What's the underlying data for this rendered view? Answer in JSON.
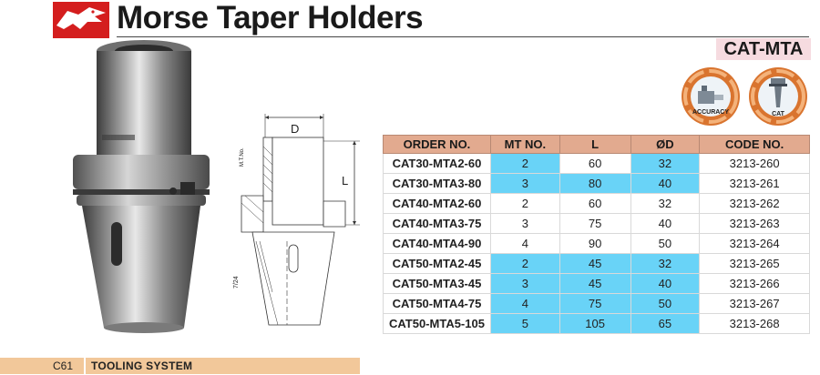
{
  "header": {
    "title": "Morse Taper Holders",
    "series_badge": "CAT-MTA"
  },
  "icons": {
    "accuracy": {
      "label": "ACCURACY",
      "icon": "accuracy-gauge-icon"
    },
    "cat": {
      "label": "CAT",
      "icon": "cat-shank-icon"
    }
  },
  "colors": {
    "header_row": "#e2aa8f",
    "highlight_cell": "#69d3f7",
    "footer_bar": "#f2c89a",
    "badge_bg": "#f6dbe0",
    "brand_red": "#d41e1e"
  },
  "drawing": {
    "dim_d": "D",
    "dim_l": "L",
    "taper_label": "7/24",
    "mt_label": "M.T.No."
  },
  "table": {
    "columns": [
      "ORDER NO.",
      "MT NO.",
      "L",
      "ØD",
      "CODE NO."
    ],
    "rows": [
      {
        "order": "CAT30-MTA2-60",
        "mt": "2",
        "l": "60",
        "d": "32",
        "code": "3213-260"
      },
      {
        "order": "CAT30-MTA3-80",
        "mt": "3",
        "l": "80",
        "d": "40",
        "code": "3213-261"
      },
      {
        "order": "CAT40-MTA2-60",
        "mt": "2",
        "l": "60",
        "d": "32",
        "code": "3213-262"
      },
      {
        "order": "CAT40-MTA3-75",
        "mt": "3",
        "l": "75",
        "d": "40",
        "code": "3213-263"
      },
      {
        "order": "CAT40-MTA4-90",
        "mt": "4",
        "l": "90",
        "d": "50",
        "code": "3213-264"
      },
      {
        "order": "CAT50-MTA2-45",
        "mt": "2",
        "l": "45",
        "d": "32",
        "code": "3213-265"
      },
      {
        "order": "CAT50-MTA3-45",
        "mt": "3",
        "l": "45",
        "d": "40",
        "code": "3213-266"
      },
      {
        "order": "CAT50-MTA4-75",
        "mt": "4",
        "l": "75",
        "d": "50",
        "code": "3213-267"
      },
      {
        "order": "CAT50-MTA5-105",
        "mt": "5",
        "l": "105",
        "d": "65",
        "code": "3213-268"
      }
    ]
  },
  "footer": {
    "page": "C61",
    "section": "TOOLING SYSTEM"
  }
}
